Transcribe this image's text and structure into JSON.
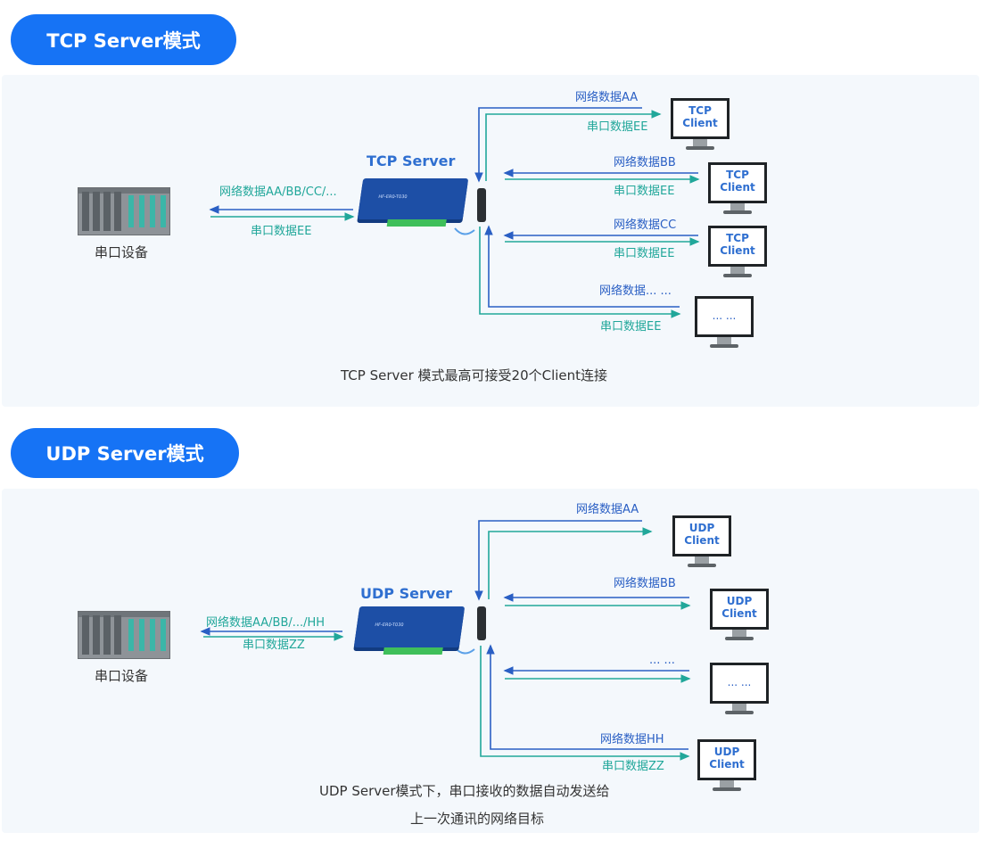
{
  "tcp": {
    "heading": "TCP Server模式",
    "device_title": "TCP Server",
    "serial_device_label": "串口设备",
    "left_net_label": "网络数据AA/BB/CC/...",
    "left_serial_label": "串口数据EE",
    "clients": [
      {
        "net": "网络数据AA",
        "serial": "串口数据EE",
        "screen_line1": "TCP",
        "screen_line2": "Client"
      },
      {
        "net": "网络数据BB",
        "serial": "串口数据EE",
        "screen_line1": "TCP",
        "screen_line2": "Client"
      },
      {
        "net": "网络数据CC",
        "serial": "串口数据EE",
        "screen_line1": "TCP",
        "screen_line2": "Client"
      },
      {
        "net": "网络数据... ...",
        "serial": "串口数据EE",
        "screen_text": "... ..."
      }
    ],
    "caption": "TCP Server 模式最高可接受20个Client连接"
  },
  "udp": {
    "heading": "UDP Server模式",
    "device_title": "UDP Server",
    "serial_device_label": "串口设备",
    "left_net_label": "网络数据AA/BB/.../HH",
    "left_serial_label": "串口数据ZZ",
    "clients": [
      {
        "net": "网络数据AA",
        "screen_line1": "UDP",
        "screen_line2": "Client"
      },
      {
        "net": "网络数据BB",
        "screen_line1": "UDP",
        "screen_line2": "Client"
      },
      {
        "net": "... ...",
        "screen_text": "... ..."
      },
      {
        "net": "网络数据HH",
        "serial": "串口数据ZZ",
        "screen_line1": "UDP",
        "screen_line2": "Client"
      }
    ],
    "caption_line1": "UDP Server模式下，串口接收的数据自动发送给",
    "caption_line2": "上一次通讯的网络目标"
  },
  "colors": {
    "accent": "#1673f5",
    "network_arrow": "#2a5fc4",
    "serial_arrow": "#21a79a",
    "panel_bg": "#f4f8fc"
  }
}
